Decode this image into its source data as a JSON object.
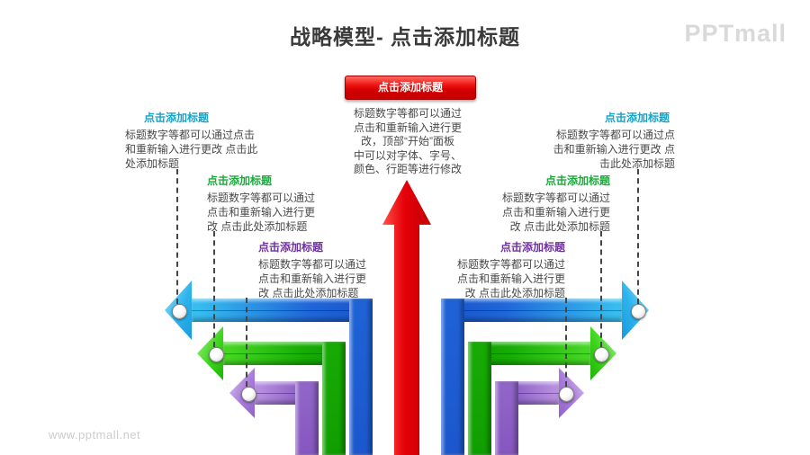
{
  "header": {
    "title": "战略模型- 点击添加标题",
    "logo": "PPTmall"
  },
  "banner": {
    "label": "点击添加标题"
  },
  "center": {
    "text": "标题数字等都可以通过\n点击和重新输入进行更\n改，顶部“开始”面板\n中可以对字体、字号、\n颜色、行距等进行修改"
  },
  "callouts": {
    "left": [
      {
        "heading": "点击添加标题",
        "body": "标题数字等都可以通过点击\n和重新输入进行更改 点击此\n处添加标题",
        "accent": "#17a2c6"
      },
      {
        "heading": "点击添加标题",
        "body": "标题数字等都可以通过\n点击和重新输入进行更\n改 点击此处添加标题",
        "accent": "#1ca93c"
      },
      {
        "heading": "点击添加标题",
        "body": "标题数字等都可以通过\n点击和重新输入进行更\n改 点击此处添加标题",
        "accent": "#7030a0"
      }
    ],
    "right": [
      {
        "heading": "点击添加标题",
        "body": "标题数字等都可以通过点\n击和重新输入进行更改 点\n击此处添加标题",
        "accent": "#17a2c6"
      },
      {
        "heading": "点击添加标题",
        "body": "标题数字等都可以通过\n点击和重新输入进行更\n改 点击此处添加标题",
        "accent": "#1ca93c"
      },
      {
        "heading": "点击添加标题",
        "body": "标题数字等都可以通过\n点击和重新输入进行更\n改 点击此处添加标题",
        "accent": "#7030a0"
      }
    ]
  },
  "colors": {
    "red": "#e60008",
    "blue": "#1a57d0",
    "blue_light": "#38c2f0",
    "green": "#0e9c00",
    "green_light": "#49d926",
    "purple": "#8456bd",
    "purple_light": "#bb93e2",
    "teal_heading": "#17a2c6",
    "green_heading": "#1ca93c",
    "purple_heading": "#7030a0"
  },
  "footer": {
    "watermark": "www.pptmall.net"
  }
}
